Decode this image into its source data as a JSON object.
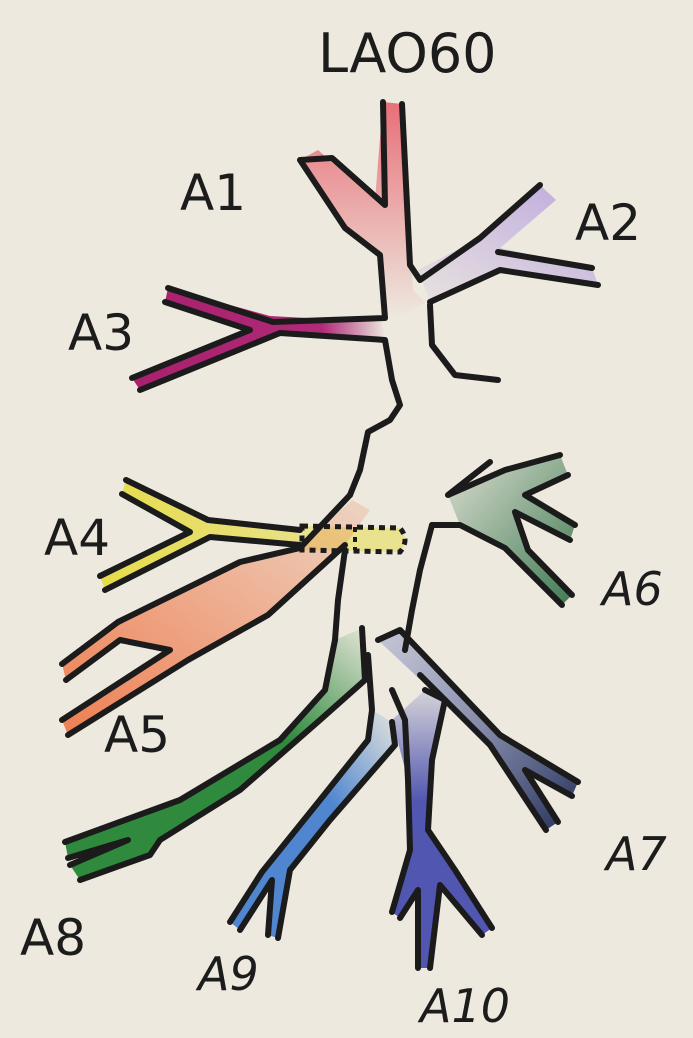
{
  "title": "LAO60",
  "branches": [
    {
      "id": "A1",
      "label": "A1",
      "color": "#e86f78"
    },
    {
      "id": "A2",
      "label": "A2",
      "color": "#bda9df"
    },
    {
      "id": "A3",
      "label": "A3",
      "color": "#a8206e"
    },
    {
      "id": "A4",
      "label": "A4",
      "color": "#e5dc4a"
    },
    {
      "id": "A5",
      "label": "A5",
      "color": "#ee7f52"
    },
    {
      "id": "A6",
      "label": "A6",
      "color": "#3f7a52"
    },
    {
      "id": "A7",
      "label": "A7",
      "color": "#232f58"
    },
    {
      "id": "A8",
      "label": "A8",
      "color": "#2f8a3d"
    },
    {
      "id": "A9",
      "label": "A9",
      "color": "#4f86cf"
    },
    {
      "id": "A10",
      "label": "A10",
      "color": "#5157b0"
    }
  ]
}
